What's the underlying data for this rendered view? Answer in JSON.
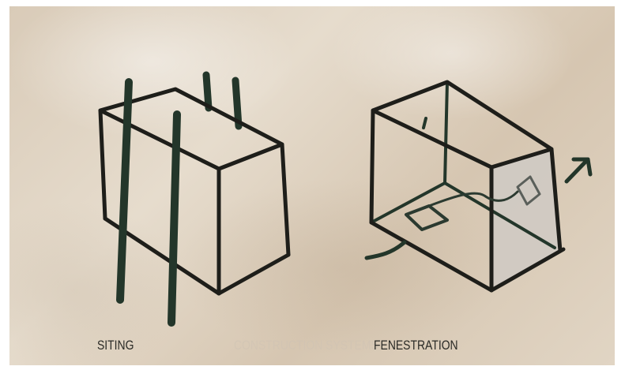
{
  "captions": {
    "left": "SITING",
    "right": "FENESTRATION"
  },
  "watermark": "CONSTRUCTION SYSTEMS",
  "colors": {
    "background": "#dfd3c2",
    "ink": "#1e1e1a",
    "poles": "#23362a",
    "shaded_panel": "#cfcac3"
  }
}
